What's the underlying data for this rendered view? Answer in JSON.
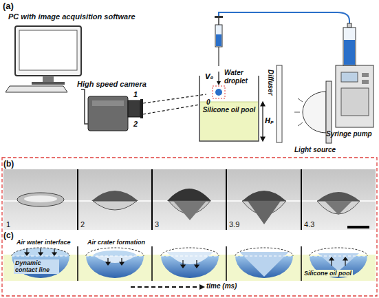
{
  "diagram": {
    "nodes": [
      {
        "text": [
          "PC with image acquisition software"
        ]
      },
      {
        "text": [
          "High speed camera"
        ]
      },
      {
        "text": [
          "Silicone oil pool"
        ]
      },
      {
        "text": [
          "Syringe pump"
        ]
      }
    ],
    "edges": [
      {
        "from": 0,
        "to": 1,
        "arrow": "none"
      }
    ],
    "labels": [
      "(a)",
      "1",
      "2",
      "0",
      "V₀",
      "Water droplet",
      "Hₚ",
      "Diffuser",
      "Light source",
      "(b)",
      "1",
      "2",
      "3",
      "3.9",
      "4.3",
      "(c)",
      "Air water interface",
      "Air crater formation",
      "Dynamic contact line",
      "Silicone oil pool",
      "time (ms)"
    ]
  }
}
